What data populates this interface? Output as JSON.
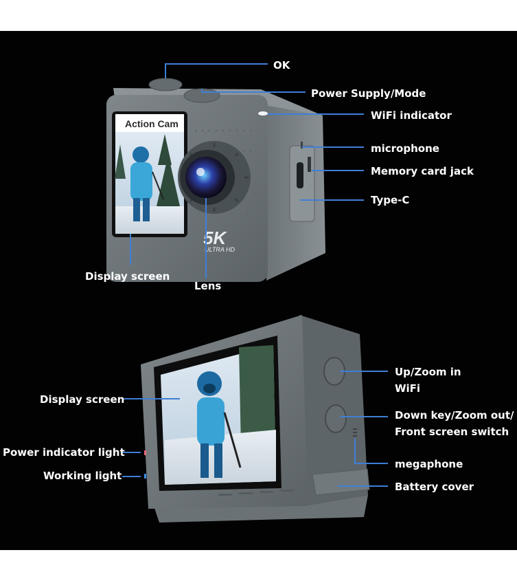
{
  "colors": {
    "background": "#020202",
    "body_gray": "#6f767a",
    "callout_line": "#3f7fd6",
    "label_text": "#ffffff"
  },
  "front_view": {
    "screen_badge": "Action Cam",
    "resolution_badge_big": "5K",
    "resolution_badge_small": "ULTRA HD",
    "callouts": {
      "ok": "OK",
      "power_mode": "Power Supply/Mode",
      "wifi_indicator": "WiFi indicator",
      "microphone": "microphone",
      "memory_card": "Memory card jack",
      "type_c": "Type-C",
      "display_screen": "Display screen",
      "lens": "Lens"
    }
  },
  "back_view": {
    "callouts": {
      "display_screen": "Display screen",
      "power_light": "Power indicator light",
      "working_light": "Working light",
      "up_zoom_line1": "Up/Zoom in",
      "up_zoom_line2": "WiFi",
      "down_key_line1": "Down key/Zoom out/",
      "down_key_line2": "Front screen switch",
      "megaphone": "megaphone",
      "battery_cover": "Battery cover"
    }
  }
}
